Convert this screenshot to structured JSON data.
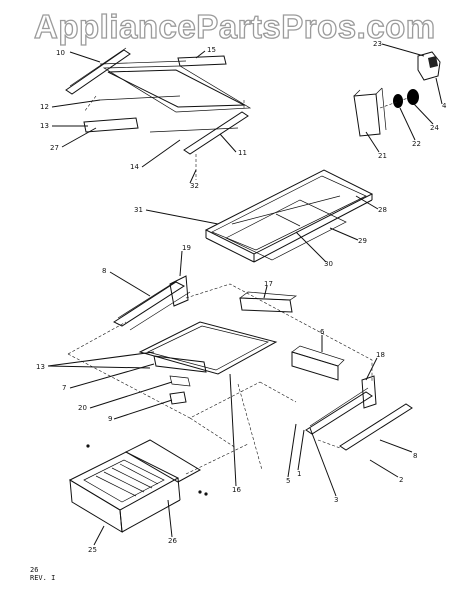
{
  "watermark": "AppliancePartsPros.com",
  "footer": {
    "page": "26",
    "revision": "REV. I"
  },
  "callouts": {
    "c1": "1",
    "c2": "2",
    "c3": "3",
    "c4": "4",
    "c5": "5",
    "c6": "6",
    "c7": "7",
    "c8a": "8",
    "c8b": "8",
    "c9": "9",
    "c10": "10",
    "c11": "11",
    "c12": "12",
    "c13a": "13",
    "c13b": "13",
    "c14": "14",
    "c15": "15",
    "c16": "16",
    "c17": "17",
    "c18": "18",
    "c19": "19",
    "c20": "20",
    "c21": "21",
    "c22": "22",
    "c23": "23",
    "c24": "24",
    "c25": "25",
    "c26": "26",
    "c27": "27",
    "c28": "28",
    "c29": "29",
    "c30": "30",
    "c31": "31",
    "c32": "32"
  }
}
